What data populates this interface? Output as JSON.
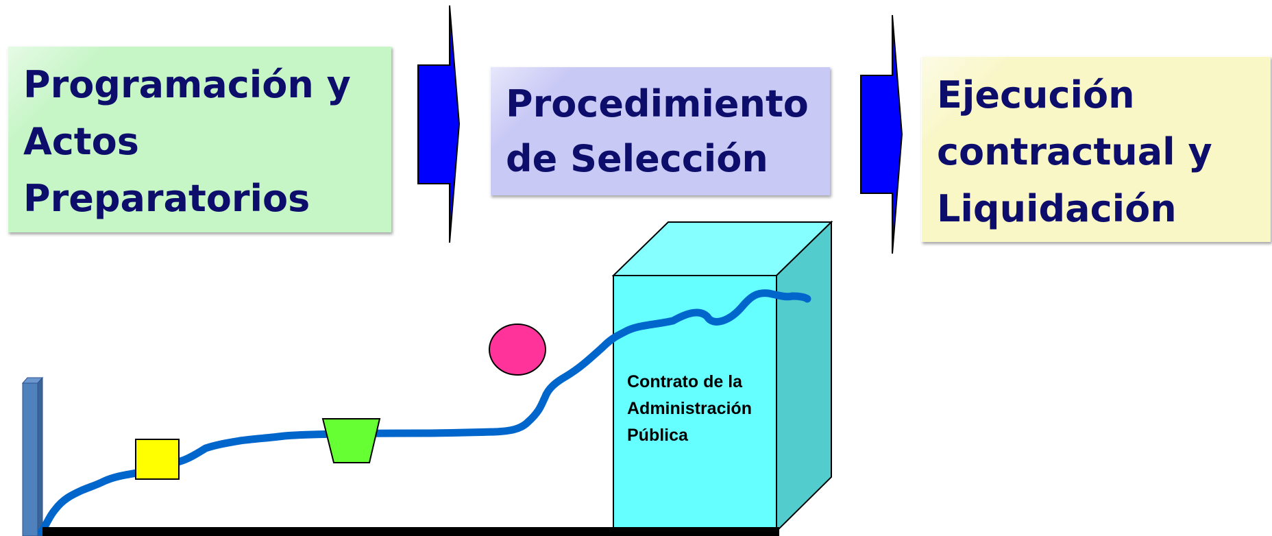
{
  "stages": [
    {
      "lines": [
        "Programación y",
        "Actos",
        "Preparatorios"
      ],
      "color": "#c6f5c6"
    },
    {
      "lines": [
        "Procedimiento",
        "de Selección"
      ],
      "color": "#c9c9f6"
    },
    {
      "lines": [
        "Ejecución",
        "contractual y",
        "Liquidación"
      ],
      "color": "#f9f7c6"
    }
  ],
  "contract": {
    "lines": [
      "Contrato de la",
      "Administración",
      "Pública"
    ],
    "front_color": "#66ffff",
    "side_color": "#52cccc",
    "top_color": "#85ffff"
  },
  "colors": {
    "arrow": "#0000ff",
    "path": "#0066cc",
    "square": "#ffff00",
    "trapezoid": "#66ff33",
    "circle": "#ff3399",
    "post": "#4f81bd",
    "ground": "#000000",
    "text": "#0d0d6b"
  }
}
